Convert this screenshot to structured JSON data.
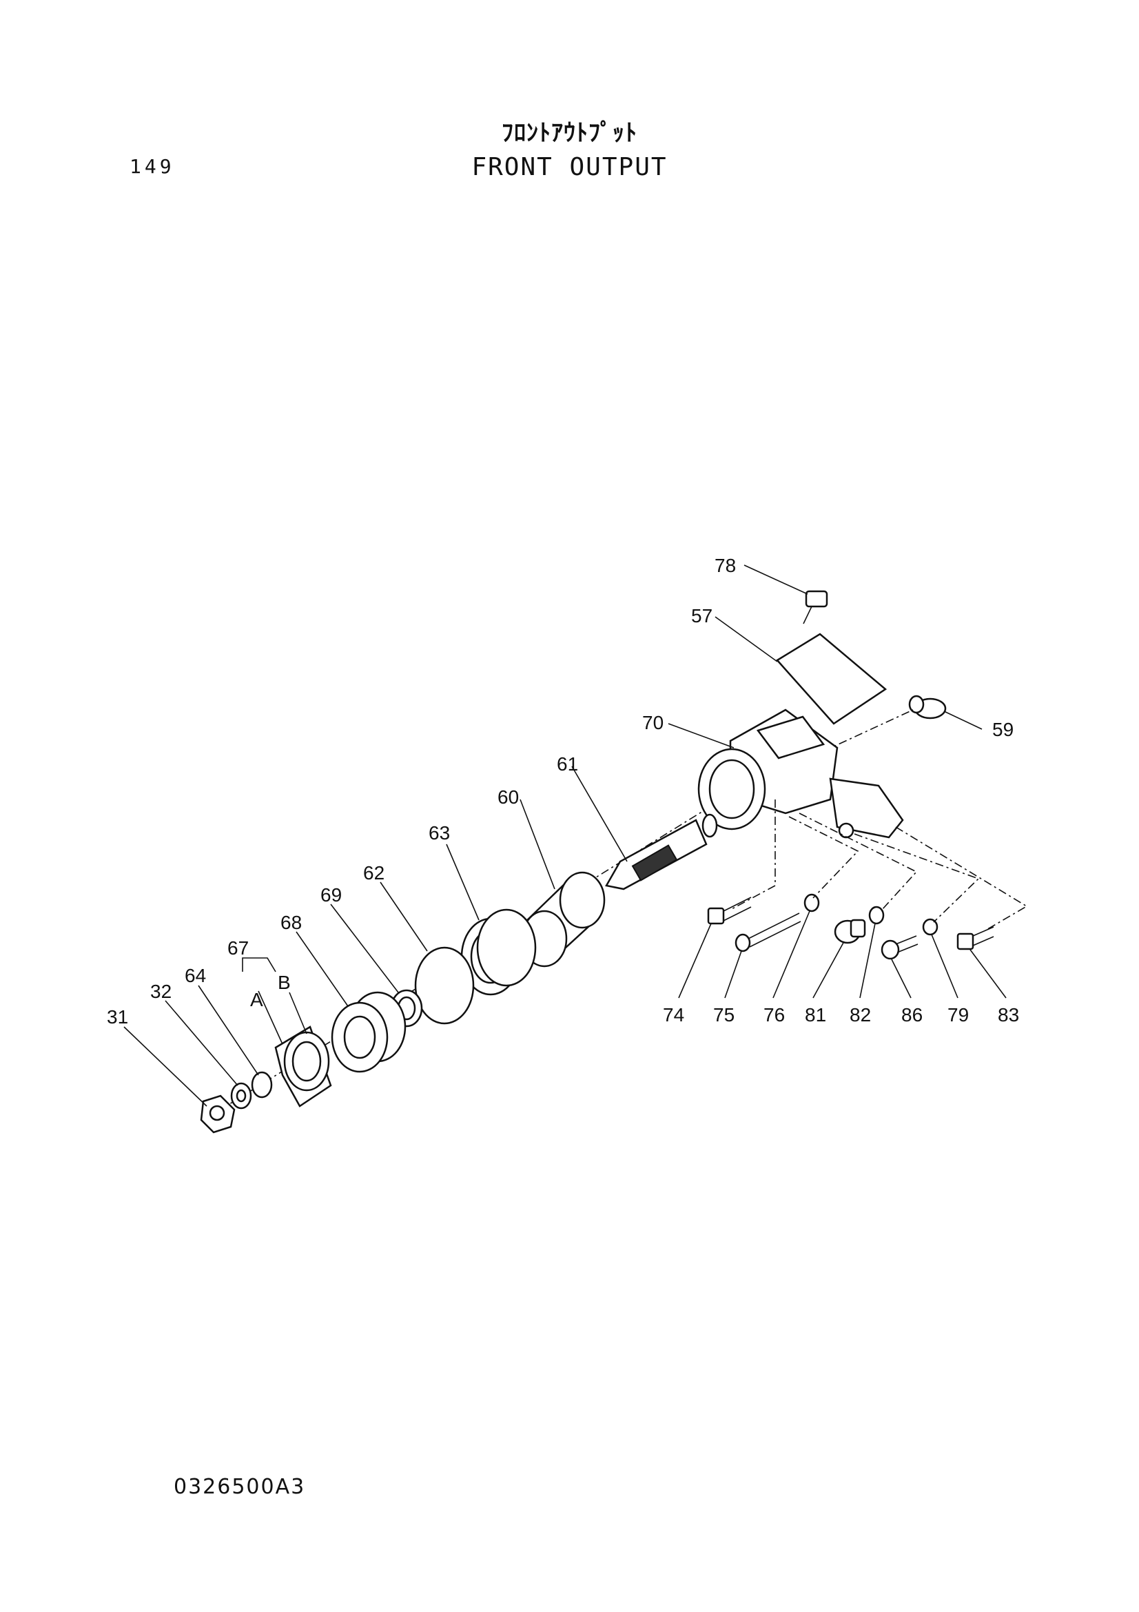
{
  "header": {
    "page_number": "149",
    "title_jp": "ﾌﾛﾝﾄｱｳﾄﾌﾟｯﾄ",
    "title_en": "FRONT OUTPUT"
  },
  "footer": {
    "drawing_number": "0326500A3"
  },
  "callouts": {
    "c78": "78",
    "c57": "57",
    "c70": "70",
    "c59": "59",
    "c61": "61",
    "c60": "60",
    "c63": "63",
    "c62": "62",
    "c69": "69",
    "c68": "68",
    "c67": "67",
    "cA": "A",
    "cB": "B",
    "c64": "64",
    "c32": "32",
    "c31": "31",
    "c74": "74",
    "c75": "75",
    "c76": "76",
    "c81": "81",
    "c82": "82",
    "c86": "86",
    "c79": "79",
    "c83": "83"
  }
}
